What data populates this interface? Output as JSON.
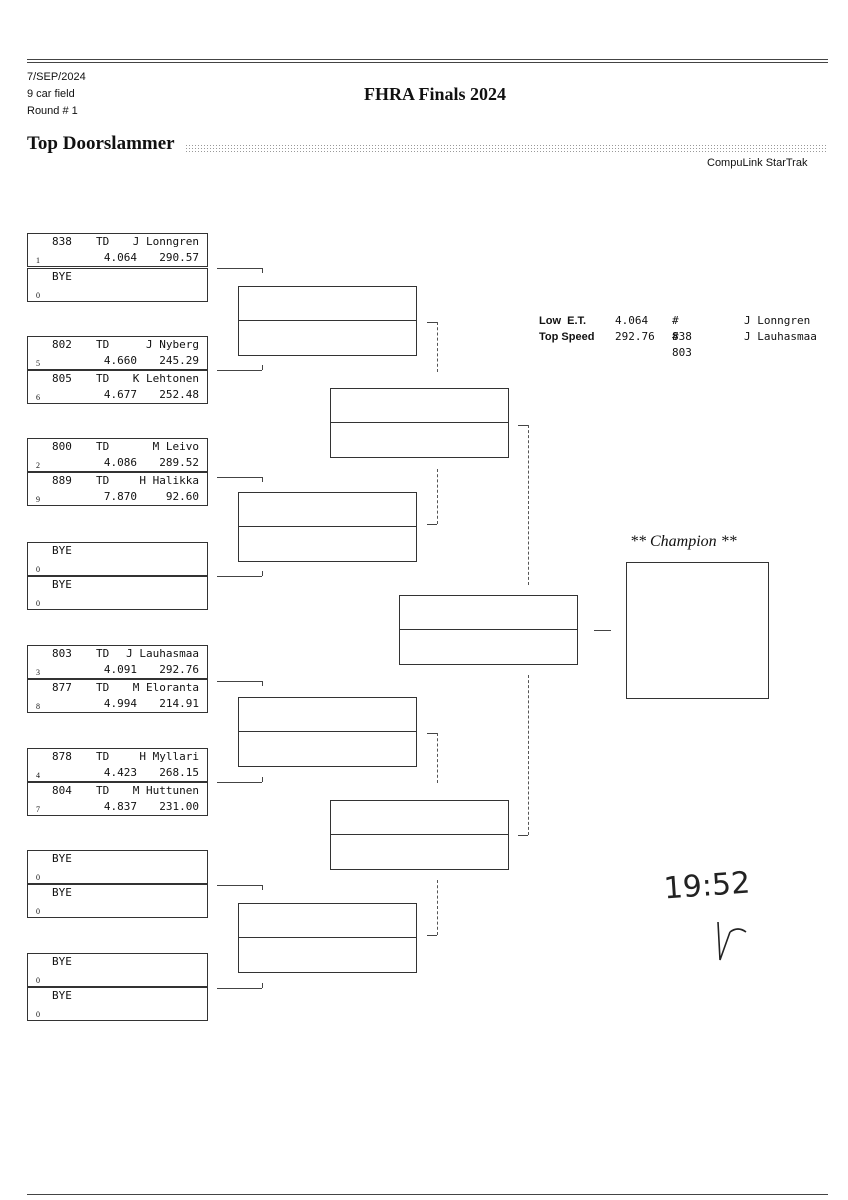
{
  "header": {
    "date": "7/SEP/2024",
    "field": "9 car field",
    "round": "Round # 1",
    "event_title": "FHRA Finals 2024",
    "class_title": "Top Doorslammer",
    "vendor": "CompuLink StarTrak"
  },
  "entries": [
    {
      "lane": "838",
      "cls": "TD",
      "driver": "J Lonngren",
      "et": "4.064",
      "speed": "290.57",
      "seed": "1"
    },
    {
      "lane": "BYE",
      "cls": "",
      "driver": "",
      "et": "",
      "speed": "",
      "seed": "0"
    },
    {
      "lane": "802",
      "cls": "TD",
      "driver": "J Nyberg",
      "et": "4.660",
      "speed": "245.29",
      "seed": "5"
    },
    {
      "lane": "805",
      "cls": "TD",
      "driver": "K Lehtonen",
      "et": "4.677",
      "speed": "252.48",
      "seed": "6"
    },
    {
      "lane": "800",
      "cls": "TD",
      "driver": "M Leivo",
      "et": "4.086",
      "speed": "289.52",
      "seed": "2"
    },
    {
      "lane": "889",
      "cls": "TD",
      "driver": "H Halikka",
      "et": "7.870",
      "speed": "92.60",
      "seed": "9"
    },
    {
      "lane": "BYE",
      "cls": "",
      "driver": "",
      "et": "",
      "speed": "",
      "seed": "0"
    },
    {
      "lane": "BYE",
      "cls": "",
      "driver": "",
      "et": "",
      "speed": "",
      "seed": "0"
    },
    {
      "lane": "803",
      "cls": "TD",
      "driver": "J Lauhasmaa",
      "et": "4.091",
      "speed": "292.76",
      "seed": "3"
    },
    {
      "lane": "877",
      "cls": "TD",
      "driver": "M Eloranta",
      "et": "4.994",
      "speed": "214.91",
      "seed": "8"
    },
    {
      "lane": "878",
      "cls": "TD",
      "driver": "H Myllari",
      "et": "4.423",
      "speed": "268.15",
      "seed": "4"
    },
    {
      "lane": "804",
      "cls": "TD",
      "driver": "M Huttunen",
      "et": "4.837",
      "speed": "231.00",
      "seed": "7"
    },
    {
      "lane": "BYE",
      "cls": "",
      "driver": "",
      "et": "",
      "speed": "",
      "seed": "0"
    },
    {
      "lane": "BYE",
      "cls": "",
      "driver": "",
      "et": "",
      "speed": "",
      "seed": "0"
    },
    {
      "lane": "BYE",
      "cls": "",
      "driver": "",
      "et": "",
      "speed": "",
      "seed": "0"
    },
    {
      "lane": "BYE",
      "cls": "",
      "driver": "",
      "et": "",
      "speed": "",
      "seed": "0"
    }
  ],
  "stats": {
    "low_et": {
      "label": "Low  E.T.",
      "value": "4.064",
      "car": "# 838",
      "driver": "J Lonngren"
    },
    "top_speed": {
      "label": "Top Speed",
      "value": "292.76",
      "car": "# 803",
      "driver": "J Lauhasmaa"
    }
  },
  "champion": {
    "label": "** Champion **"
  },
  "handwriting": {
    "time": "19:52"
  }
}
